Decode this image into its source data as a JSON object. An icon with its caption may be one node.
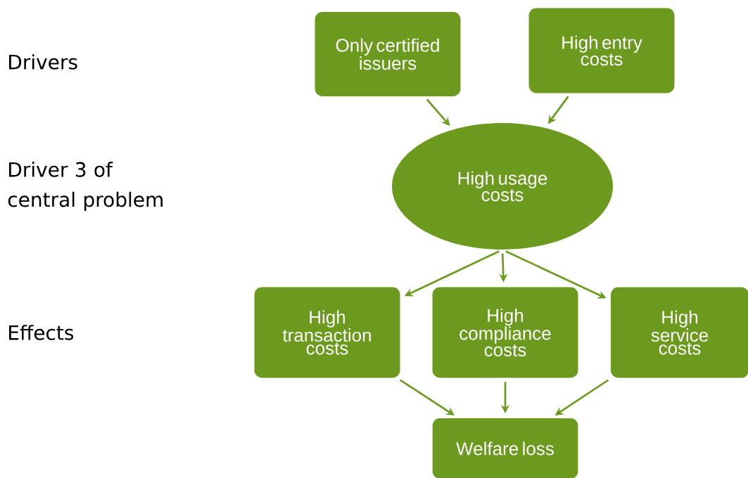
{
  "diagram": {
    "nodes": [
      {
        "text": [
          "Only certified issuers"
        ]
      },
      {
        "text": [
          "High entry costs"
        ]
      },
      {
        "text": [
          "High usage costs"
        ]
      },
      {
        "text": [
          "High transaction costs"
        ]
      },
      {
        "text": [
          "High compliance costs"
        ]
      },
      {
        "text": [
          "High service costs"
        ]
      },
      {
        "text": [
          "Welfare loss"
        ]
      }
    ],
    "edges": [
      {
        "from": 0,
        "to": 2,
        "arrow": "to"
      },
      {
        "from": 1,
        "to": 2,
        "arrow": "to"
      },
      {
        "from": 2,
        "to": 3,
        "arrow": "to"
      },
      {
        "from": 2,
        "to": 4,
        "arrow": "to"
      },
      {
        "from": 2,
        "to": 5,
        "arrow": "to"
      },
      {
        "from": 3,
        "to": 6,
        "arrow": "to"
      },
      {
        "from": 4,
        "to": 6,
        "arrow": "to"
      },
      {
        "from": 5,
        "to": 6,
        "arrow": "to"
      }
    ],
    "labels": [
      "Drivers",
      "Driver 3 of central problem",
      "Effects"
    ]
  }
}
